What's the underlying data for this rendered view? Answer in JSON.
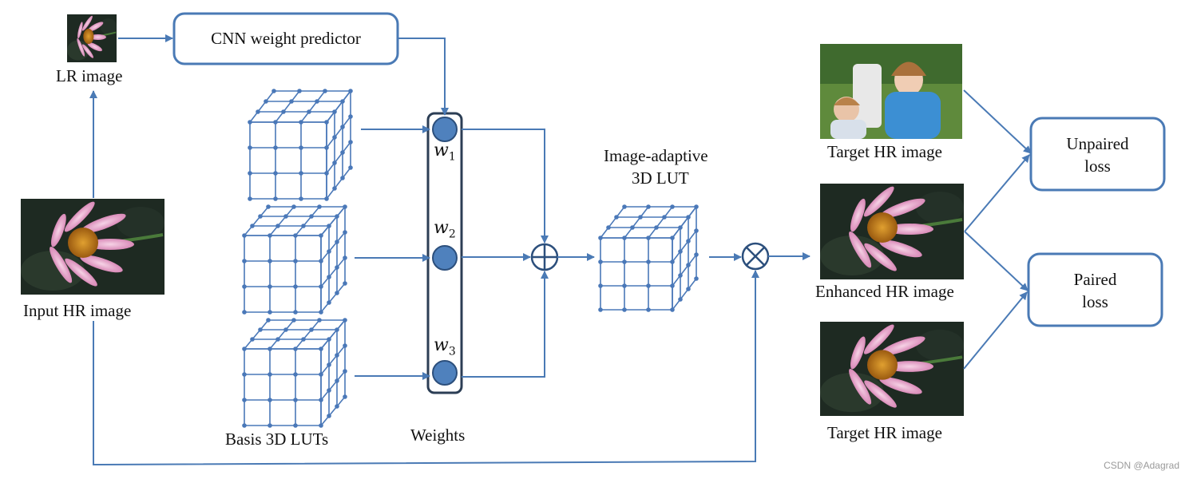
{
  "labels": {
    "lr_image": "LR image",
    "cnn_predictor": "CNN weight predictor",
    "input_hr": "Input HR image",
    "basis_luts": "Basis 3D LUTs",
    "weights": "Weights",
    "adaptive_lut_line1": "Image-adaptive",
    "adaptive_lut_line2": "3D LUT",
    "target_hr_top": "Target HR image",
    "enhanced_hr": "Enhanced HR image",
    "target_hr_bottom": "Target HR image",
    "unpaired_line1": "Unpaired",
    "unpaired_line2": "loss",
    "paired_line1": "Paired",
    "paired_line2": "loss"
  },
  "weights": [
    {
      "sym": "w",
      "sub": "1"
    },
    {
      "sym": "w",
      "sub": "2"
    },
    {
      "sym": "w",
      "sub": "3"
    }
  ],
  "watermark": "CSDN @Adagrad",
  "colors": {
    "line": "#4a7ab5",
    "node": "#4f81bd",
    "cube": "#4a78b8",
    "box_stroke": "#4a7ab5"
  }
}
